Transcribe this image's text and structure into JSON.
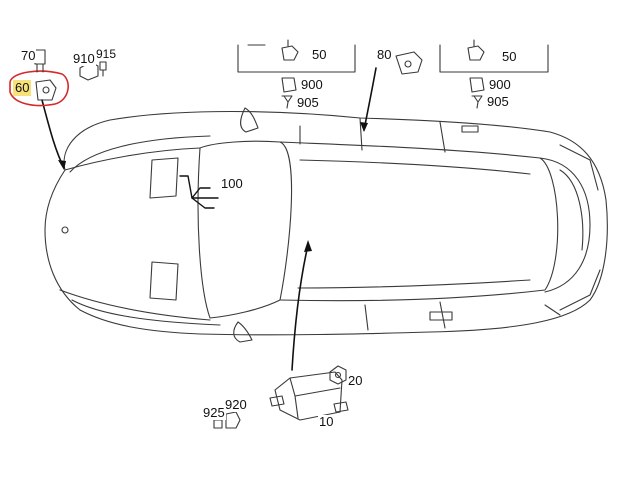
{
  "parts": {
    "p70": "70",
    "p910": "910",
    "p915": "915",
    "p60": "60",
    "p50_left": "50",
    "p900_left": "900",
    "p905_left": "905",
    "p80": "80",
    "p50_right": "50",
    "p900_right": "900",
    "p905_right": "905",
    "p100": "100",
    "p20": "20",
    "p920": "920",
    "p925": "925",
    "p10": "10"
  },
  "colors": {
    "line": "#3a3a3a",
    "highlight": "#f7e27a",
    "circle": "#d62a2a"
  }
}
